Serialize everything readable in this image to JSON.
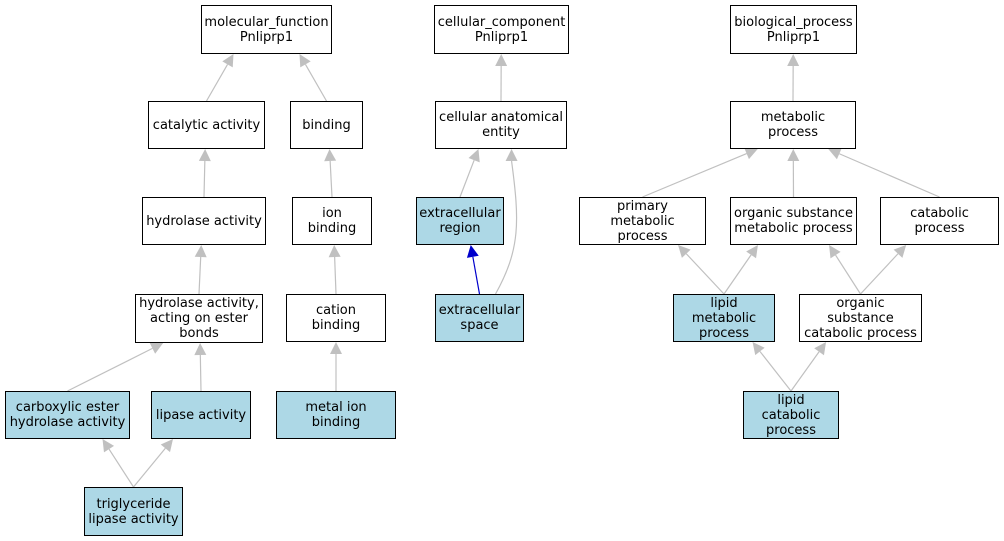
{
  "colors": {
    "node_fill": "#ffffff",
    "highlight_fill": "#add8e6",
    "node_border": "#000000",
    "edge_default": "#c0c0c0",
    "edge_emphasis": "#0000cc"
  },
  "nodes": {
    "mf_root": {
      "label": "molecular_function\nPnliprp1",
      "highlighted": false
    },
    "catalytic": {
      "label": "catalytic activity",
      "highlighted": false
    },
    "binding": {
      "label": "binding",
      "highlighted": false
    },
    "hydrolase": {
      "label": "hydrolase activity",
      "highlighted": false
    },
    "ion_binding": {
      "label": "ion binding",
      "highlighted": false
    },
    "hydro_ester": {
      "label": "hydrolase activity,\nacting on ester\nbonds",
      "highlighted": false
    },
    "cation": {
      "label": "cation binding",
      "highlighted": false
    },
    "carboxylic": {
      "label": "carboxylic ester\nhydrolase activity",
      "highlighted": true
    },
    "lipase": {
      "label": "lipase activity",
      "highlighted": true
    },
    "metal_ion": {
      "label": "metal ion binding",
      "highlighted": true
    },
    "triglyceride": {
      "label": "triglyceride\nlipase activity",
      "highlighted": true
    },
    "cc_root": {
      "label": "cellular_component\nPnliprp1",
      "highlighted": false
    },
    "cae": {
      "label": "cellular anatomical\nentity",
      "highlighted": false
    },
    "ec_region": {
      "label": "extracellular\nregion",
      "highlighted": true
    },
    "ec_space": {
      "label": "extracellular\nspace",
      "highlighted": true
    },
    "bp_root": {
      "label": "biological_process\nPnliprp1",
      "highlighted": false
    },
    "metabolic": {
      "label": "metabolic process",
      "highlighted": false
    },
    "primary_met": {
      "label": "primary metabolic\nprocess",
      "highlighted": false
    },
    "org_sub_met": {
      "label": "organic substance\nmetabolic process",
      "highlighted": false
    },
    "catabolic": {
      "label": "catabolic process",
      "highlighted": false
    },
    "lipid_met": {
      "label": "lipid metabolic\nprocess",
      "highlighted": true
    },
    "org_sub_cat": {
      "label": "organic substance\ncatabolic process",
      "highlighted": false
    },
    "lipid_cat": {
      "label": "lipid catabolic\nprocess",
      "highlighted": true
    }
  },
  "edges": [
    {
      "from": "catalytic",
      "to": "mf_root"
    },
    {
      "from": "binding",
      "to": "mf_root"
    },
    {
      "from": "hydrolase",
      "to": "catalytic"
    },
    {
      "from": "ion_binding",
      "to": "binding"
    },
    {
      "from": "hydro_ester",
      "to": "hydrolase"
    },
    {
      "from": "cation",
      "to": "ion_binding"
    },
    {
      "from": "carboxylic",
      "to": "hydro_ester"
    },
    {
      "from": "lipase",
      "to": "hydro_ester"
    },
    {
      "from": "metal_ion",
      "to": "cation"
    },
    {
      "from": "triglyceride",
      "to": "carboxylic"
    },
    {
      "from": "triglyceride",
      "to": "lipase"
    },
    {
      "from": "cae",
      "to": "cc_root"
    },
    {
      "from": "ec_region",
      "to": "cae"
    },
    {
      "from": "ec_space",
      "to": "ec_region",
      "emphasis": true
    },
    {
      "from": "ec_space",
      "to": "cae",
      "curved": true
    },
    {
      "from": "metabolic",
      "to": "bp_root"
    },
    {
      "from": "primary_met",
      "to": "metabolic"
    },
    {
      "from": "org_sub_met",
      "to": "metabolic"
    },
    {
      "from": "catabolic",
      "to": "metabolic"
    },
    {
      "from": "lipid_met",
      "to": "primary_met"
    },
    {
      "from": "lipid_met",
      "to": "org_sub_met"
    },
    {
      "from": "org_sub_cat",
      "to": "org_sub_met"
    },
    {
      "from": "org_sub_cat",
      "to": "catabolic"
    },
    {
      "from": "lipid_cat",
      "to": "lipid_met"
    },
    {
      "from": "lipid_cat",
      "to": "org_sub_cat"
    }
  ]
}
